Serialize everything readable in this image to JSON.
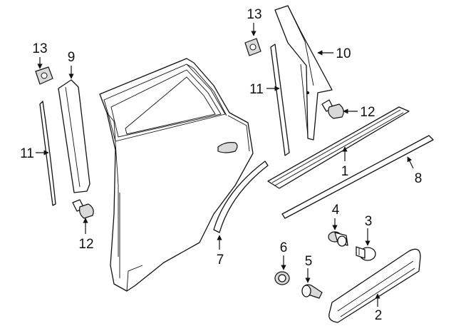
{
  "colors": {
    "line": "#111111",
    "fill": "#ffffff",
    "shade": "#d9d9d9"
  },
  "callouts": {
    "c1": "1",
    "c2": "2",
    "c3": "3",
    "c4": "4",
    "c5": "5",
    "c6": "6",
    "c7": "7",
    "c8": "8",
    "c9": "9",
    "c10": "10",
    "c11_left": "11",
    "c11_right": "11",
    "c12_left": "12",
    "c12_right": "12",
    "c13_left": "13",
    "c13_right": "13"
  }
}
